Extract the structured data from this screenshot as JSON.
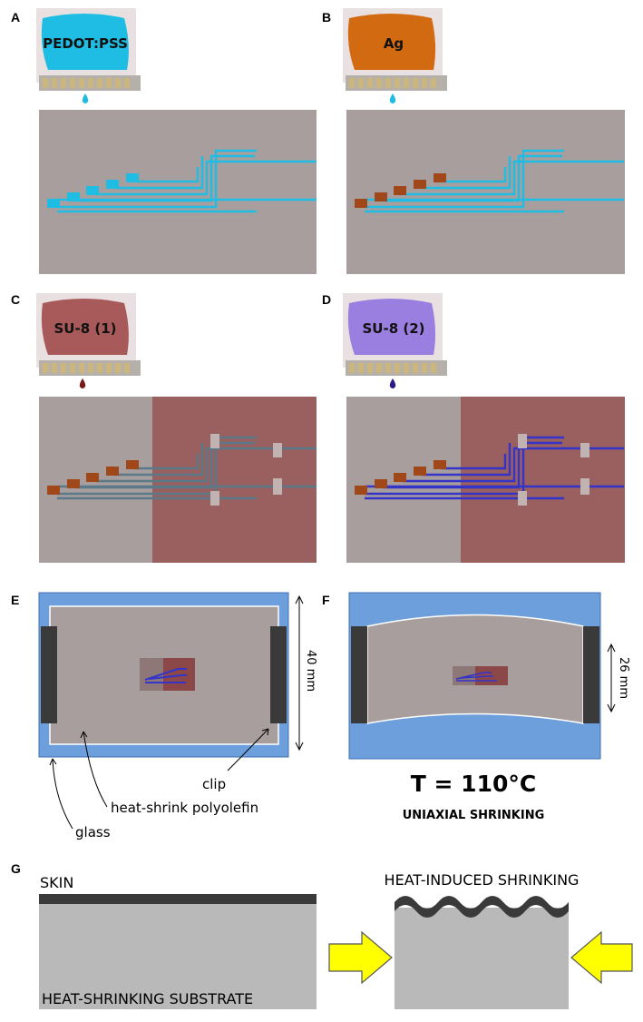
{
  "panels": {
    "a": {
      "label": "A",
      "ink": "PEDOT:PSS",
      "ink_color": "#1fbde3"
    },
    "b": {
      "label": "B",
      "ink": "Ag",
      "ink_color": "#d26a12"
    },
    "c": {
      "label": "C",
      "ink": "SU-8 (1)",
      "ink_color": "#a85a5a"
    },
    "d": {
      "label": "D",
      "ink": "SU-8 (2)",
      "ink_color": "#9b7fe0"
    },
    "e": {
      "label": "E",
      "dimension": "40 mm",
      "annotations": {
        "clip": "clip",
        "film": "heat-shrink polyolefin",
        "glass": "glass"
      }
    },
    "f": {
      "label": "F",
      "dimension": "26 mm",
      "temperature": "T = 110°C",
      "mode": "UNIAXIAL SHRINKING"
    },
    "g": {
      "label": "G",
      "skin": "SKIN",
      "substrate": "HEAT-SHRINKING SUBSTRATE",
      "result": "HEAT-INDUCED SHRINKING"
    }
  },
  "colors": {
    "substrate": "#a89e9e",
    "pedot": "#1fbde3",
    "silver": "#a0481a",
    "su8_1": "#9a5f5f",
    "su8_2": "#3434c8",
    "glass": "#6c9fdc",
    "clip": "#3a3a3a",
    "arrow": "#ffff00"
  }
}
